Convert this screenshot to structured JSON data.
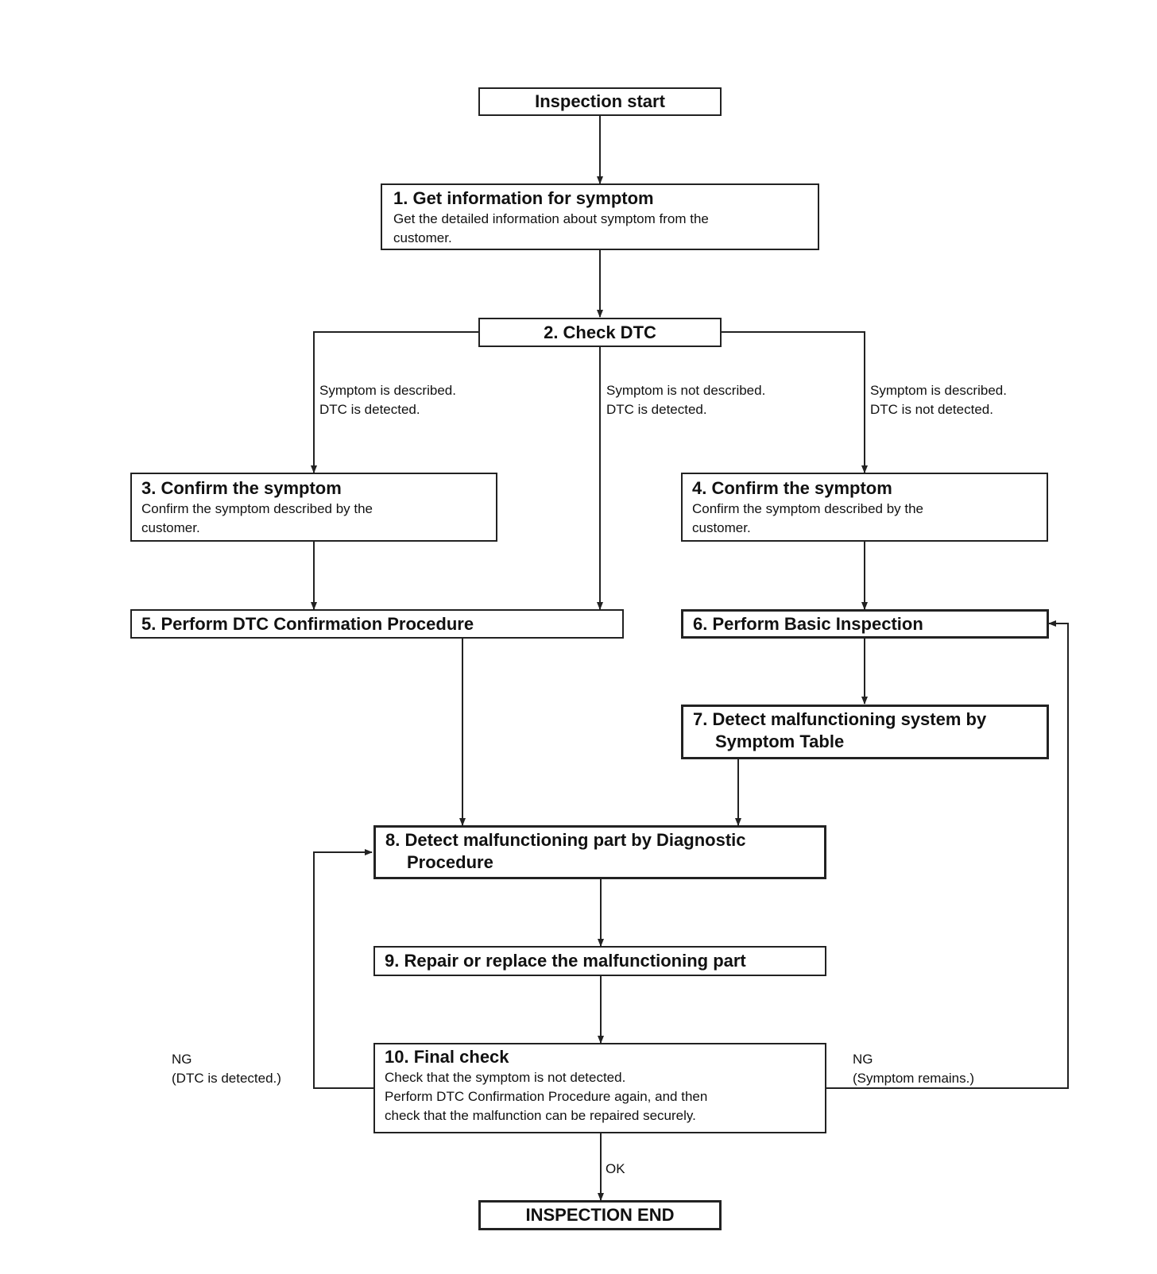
{
  "steps": {
    "start": {
      "title": "Inspection start"
    },
    "s1": {
      "title": "1. Get information for symptom",
      "desc1": "Get the detailed information about symptom from the",
      "desc2": "customer."
    },
    "s2": {
      "title": "2. Check DTC"
    },
    "s3": {
      "title": "3. Confirm the symptom",
      "desc1": "Confirm the symptom described by the",
      "desc2": "customer."
    },
    "s4": {
      "title": "4. Confirm the symptom",
      "desc1": "Confirm the symptom described by the",
      "desc2": "customer."
    },
    "s5": {
      "title": "5. Perform DTC Confirmation Procedure"
    },
    "s6": {
      "title": "6. Perform Basic Inspection"
    },
    "s7": {
      "title1": "7. Detect malfunctioning system by",
      "title2": "Symptom Table"
    },
    "s8": {
      "title1": "8. Detect malfunctioning part by Diagnostic",
      "title2": "Procedure"
    },
    "s9": {
      "title": "9. Repair or replace the malfunctioning part"
    },
    "s10": {
      "title": "10. Final check",
      "desc1": "Check that the symptom is not detected.",
      "desc2": "Perform DTC Confirmation Procedure again, and then",
      "desc3": "check that the malfunction can be repaired securely."
    },
    "end": {
      "title": "INSPECTION END"
    }
  },
  "branches": {
    "left": {
      "line1": "Symptom is described.",
      "line2": "DTC is detected."
    },
    "middle": {
      "line1": "Symptom is not described.",
      "line2": "DTC is detected."
    },
    "right": {
      "line1": "Symptom is described.",
      "line2": "DTC is not detected."
    },
    "ng_left": {
      "line1": "NG",
      "line2": "(DTC is detected.)"
    },
    "ng_right": {
      "line1": "NG",
      "line2": "(Symptom remains.)"
    },
    "ok": {
      "line1": "OK"
    }
  },
  "colors": {
    "stroke": "#222222",
    "background": "#ffffff"
  }
}
